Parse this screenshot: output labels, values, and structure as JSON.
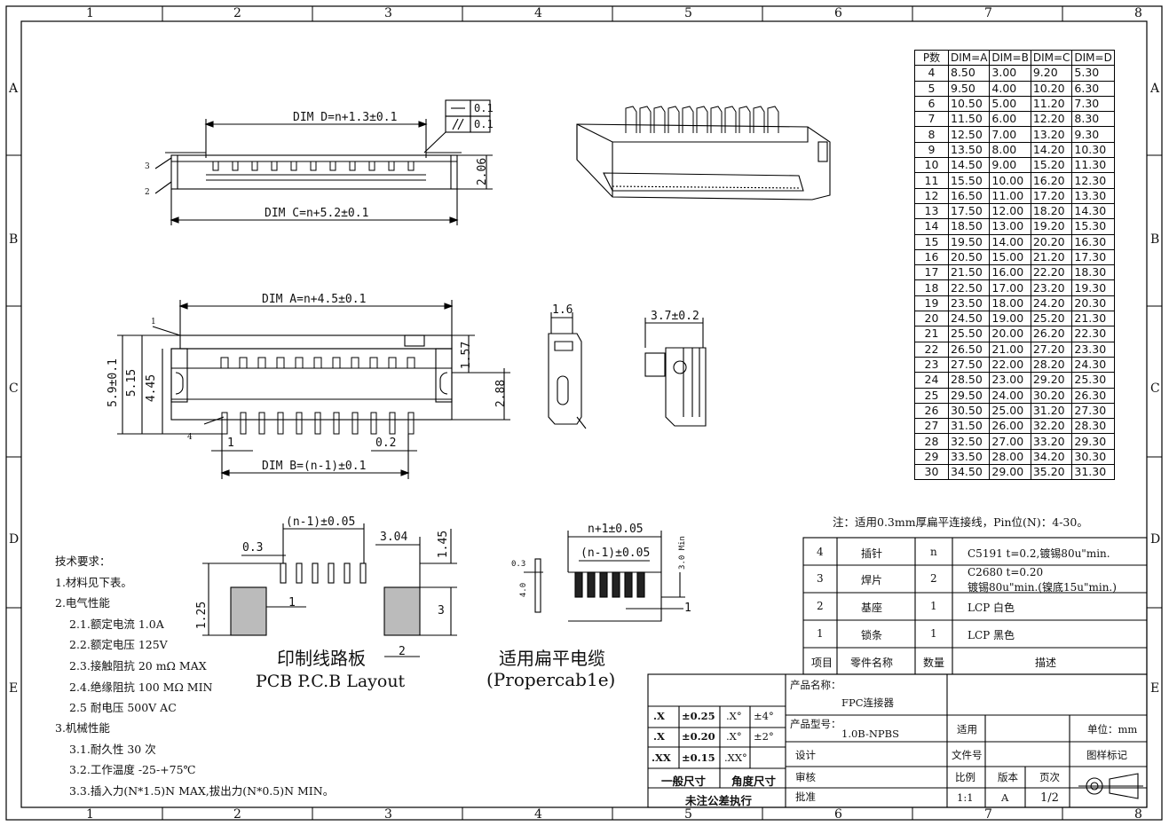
{
  "border": {
    "top_cols": [
      "1",
      "2",
      "3",
      "4",
      "5",
      "6",
      "7",
      "8"
    ],
    "side_rows": [
      "A",
      "B",
      "C",
      "D",
      "E"
    ]
  },
  "views": {
    "top": {
      "dim_d": "DIM D=n+1.3±0.1",
      "dim_c": "DIM C=n+5.2±0.1",
      "height": "2.06",
      "flat1": "0.1",
      "flat2": "0.1",
      "callout3": "3",
      "callout2": "2"
    },
    "front": {
      "dim_a": "DIM A=n+4.5±0.1",
      "dim_b": "DIM B=(n-1)±0.1",
      "h59": "5.9±0.1",
      "h515": "5.15",
      "h445": "4.45",
      "h157": "1.57",
      "h288": "2.88",
      "p1": "1",
      "p02": "0.2",
      "callout1": "1",
      "callout4": "4"
    },
    "side1": {
      "w": "1.6"
    },
    "side2": {
      "w": "3.7±0.2"
    },
    "pcb": {
      "pitch": "(n-1)±0.05",
      "w03": "0.3",
      "w304": "3.04",
      "h145": "1.45",
      "h125": "1.25",
      "w1": "1",
      "h3": "3",
      "w2": "2",
      "title_cn": "印制线路板",
      "title_en": "PCB P.C.B Layout"
    },
    "cable": {
      "w": "n+1±0.05",
      "pitch": "(n-1)±0.05",
      "t03": "0.3",
      "l40": "4.0",
      "min30": "3.0 Min",
      "w1": "1",
      "title_cn": "适用扁平电缆",
      "title_en": "(Propercab1e)"
    }
  },
  "dim_table": {
    "headers": [
      "P数",
      "DIM=A",
      "DIM=B",
      "DIM=C",
      "DIM=D"
    ],
    "rows": [
      [
        "4",
        "8.50",
        "3.00",
        "9.20",
        "5.30"
      ],
      [
        "5",
        "9.50",
        "4.00",
        "10.20",
        "6.30"
      ],
      [
        "6",
        "10.50",
        "5.00",
        "11.20",
        "7.30"
      ],
      [
        "7",
        "11.50",
        "6.00",
        "12.20",
        "8.30"
      ],
      [
        "8",
        "12.50",
        "7.00",
        "13.20",
        "9.30"
      ],
      [
        "9",
        "13.50",
        "8.00",
        "14.20",
        "10.30"
      ],
      [
        "10",
        "14.50",
        "9.00",
        "15.20",
        "11.30"
      ],
      [
        "11",
        "15.50",
        "10.00",
        "16.20",
        "12.30"
      ],
      [
        "12",
        "16.50",
        "11.00",
        "17.20",
        "13.30"
      ],
      [
        "13",
        "17.50",
        "12.00",
        "18.20",
        "14.30"
      ],
      [
        "14",
        "18.50",
        "13.00",
        "19.20",
        "15.30"
      ],
      [
        "15",
        "19.50",
        "14.00",
        "20.20",
        "16.30"
      ],
      [
        "16",
        "20.50",
        "15.00",
        "21.20",
        "17.30"
      ],
      [
        "17",
        "21.50",
        "16.00",
        "22.20",
        "18.30"
      ],
      [
        "18",
        "22.50",
        "17.00",
        "23.20",
        "19.30"
      ],
      [
        "19",
        "23.50",
        "18.00",
        "24.20",
        "20.30"
      ],
      [
        "20",
        "24.50",
        "19.00",
        "25.20",
        "21.30"
      ],
      [
        "21",
        "25.50",
        "20.00",
        "26.20",
        "22.30"
      ],
      [
        "22",
        "26.50",
        "21.00",
        "27.20",
        "23.30"
      ],
      [
        "23",
        "27.50",
        "22.00",
        "28.20",
        "24.30"
      ],
      [
        "24",
        "28.50",
        "23.00",
        "29.20",
        "25.30"
      ],
      [
        "25",
        "29.50",
        "24.00",
        "30.20",
        "26.30"
      ],
      [
        "26",
        "30.50",
        "25.00",
        "31.20",
        "27.30"
      ],
      [
        "27",
        "31.50",
        "26.00",
        "32.20",
        "28.30"
      ],
      [
        "28",
        "32.50",
        "27.00",
        "33.20",
        "29.30"
      ],
      [
        "29",
        "33.50",
        "28.00",
        "34.20",
        "30.30"
      ],
      [
        "30",
        "34.50",
        "29.00",
        "35.20",
        "31.30"
      ]
    ]
  },
  "note": "注：适用0.3mm厚扁平连接线，Pin位(N)：4-30。",
  "requirements": [
    "技术要求：",
    "1.材料见下表。",
    "2.电气性能",
    "2.1.额定电流 1.0A",
    "2.2.额定电压 125V",
    "2.3.接触阻抗 20 mΩ MAX",
    "2.4.绝缘阻抗 100 MΩ MIN",
    "2.5 耐电压   500V AC",
    "3.机械性能",
    "3.1.耐久性 30 次",
    "3.2.工作温度 -25-+75℃",
    "3.3.插入力(N*1.5)N MAX,拔出力(N*0.5)N MIN。"
  ],
  "bom": {
    "rows": [
      [
        "4",
        "插针",
        "n",
        "C5191 t=0.2,镀锡80u\"min."
      ],
      [
        "3",
        "焊片",
        "2",
        "C2680 t=0.20",
        "镀锡80u\"min.(镍底15u\"min.)"
      ],
      [
        "2",
        "基座",
        "1",
        "LCP 白色"
      ],
      [
        "1",
        "锁条",
        "1",
        "LCP 黑色"
      ]
    ],
    "headers": [
      "项目",
      "零件名称",
      "数量",
      "描述"
    ]
  },
  "title_block": {
    "tolerances": [
      [
        ".X",
        "±0.25",
        ".X°",
        "±4°"
      ],
      [
        ".X",
        "±0.20",
        ".X°",
        "±2°"
      ],
      [
        ".XX",
        "±0.15",
        ".XX°",
        ""
      ]
    ],
    "tol_general": "一般尺寸",
    "tol_angle": "角度尺寸",
    "tol_note": "未注公差执行",
    "product_name_label": "产品名称：",
    "product_name": "FPC连接器",
    "model_label": "产品型号：",
    "model": "1.0B-NPBS",
    "apply": "适用",
    "unit": "单位：mm",
    "design": "设计",
    "file_no": "文件号",
    "drawing_mark": "图样标记",
    "review": "审核",
    "approve": "批准",
    "scale_label": "比例",
    "version_label": "版本",
    "page_label": "页次",
    "scale": "1:1",
    "version": "A",
    "page": "1/2"
  }
}
